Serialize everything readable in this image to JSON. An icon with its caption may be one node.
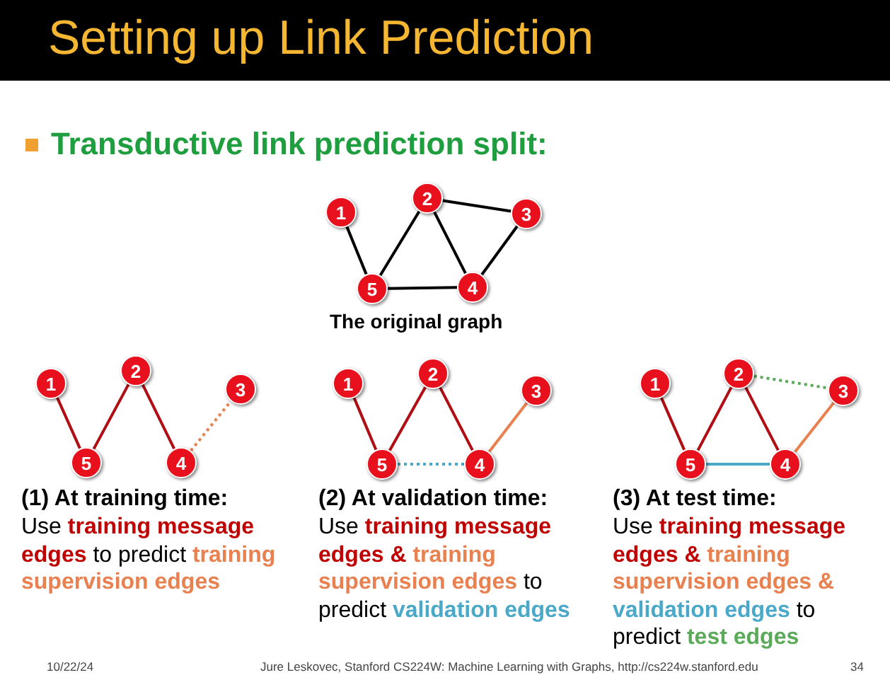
{
  "diagram": {
    "title": "Setting up Link Prediction",
    "nodes": [
      {
        "text": [
          "1"
        ]
      },
      {
        "text": [
          "2"
        ]
      },
      {
        "text": [
          "3"
        ]
      },
      {
        "text": [
          "4"
        ]
      },
      {
        "text": [
          "5"
        ]
      },
      {
        "text": [
          "1"
        ]
      },
      {
        "text": [
          "2"
        ]
      },
      {
        "text": [
          "3"
        ]
      },
      {
        "text": [
          "4"
        ]
      },
      {
        "text": [
          "5"
        ]
      },
      {
        "text": [
          "1"
        ]
      },
      {
        "text": [
          "2"
        ]
      },
      {
        "text": [
          "3"
        ]
      },
      {
        "text": [
          "4"
        ]
      },
      {
        "text": [
          "5"
        ]
      },
      {
        "text": [
          "1"
        ]
      },
      {
        "text": [
          "2"
        ]
      },
      {
        "text": [
          "3"
        ]
      },
      {
        "text": [
          "4"
        ]
      },
      {
        "text": [
          "5"
        ]
      }
    ],
    "edges": [
      {
        "from": 0,
        "to": 4,
        "arrow": "none",
        "color": "#000000"
      },
      {
        "from": 4,
        "to": 1,
        "arrow": "none",
        "color": "#000000"
      },
      {
        "from": 1,
        "to": 3,
        "arrow": "none",
        "color": "#000000"
      },
      {
        "from": 1,
        "to": 2,
        "arrow": "none",
        "color": "#000000"
      },
      {
        "from": 2,
        "to": 3,
        "arrow": "none",
        "color": "#000000"
      },
      {
        "from": 4,
        "to": 3,
        "arrow": "none",
        "color": "#000000"
      },
      {
        "from": 5,
        "to": 9,
        "arrow": "none"
      },
      {
        "from": 9,
        "to": 6,
        "arrow": "none"
      },
      {
        "from": 6,
        "to": 8,
        "arrow": "none"
      },
      {
        "from": 8,
        "to": 7,
        "arrow": "none",
        "style": "dashed",
        "color": "#e8804f"
      },
      {
        "from": 10,
        "to": 14,
        "arrow": "none"
      },
      {
        "from": 14,
        "to": 11,
        "arrow": "none"
      },
      {
        "from": 11,
        "to": 13,
        "arrow": "none"
      },
      {
        "from": 13,
        "to": 12,
        "arrow": "none",
        "color": "#e8804f"
      },
      {
        "from": 14,
        "to": 13,
        "arrow": "none",
        "style": "dashed",
        "color": "#4aa8c8"
      },
      {
        "from": 15,
        "to": 19,
        "arrow": "none"
      },
      {
        "from": 19,
        "to": 16,
        "arrow": "none"
      },
      {
        "from": 16,
        "to": 18,
        "arrow": "none"
      },
      {
        "from": 18,
        "to": 17,
        "arrow": "none",
        "color": "#e8804f"
      },
      {
        "from": 19,
        "to": 18,
        "arrow": "none",
        "color": "#4aa8c8"
      },
      {
        "from": 16,
        "to": 17,
        "arrow": "none",
        "style": "dashed",
        "color": "#5aaa5a"
      }
    ],
    "labels": [
      "Transductive link prediction split:",
      "The original graph",
      "(1) At training time:",
      "Use **training message edges** to predict **training supervision edges**",
      "(2) At validation time:",
      "Use **training message edges &** **training supervision edges** to predict **validation edges**",
      "(3) At test time:",
      "Use **training message edges &** **training supervision edges &** **validation edges** to predict **test edges**",
      "10/22/24",
      "Jure Leskovec, Stanford CS224W: Machine Learning with Graphs, http://cs224w.stanford.edu",
      "34"
    ]
  }
}
